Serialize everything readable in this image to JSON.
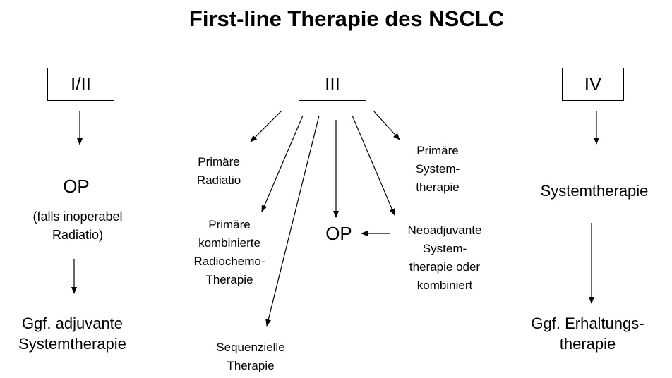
{
  "title": "First-line Therapie des NSCLC",
  "stages": {
    "s1": "I/II",
    "s3": "III",
    "s4": "IV"
  },
  "left": {
    "op": "OP",
    "note_line1": "(falls inoperabel",
    "note_line2": "Radiatio)",
    "adjuvant_line1": "Ggf. adjuvante",
    "adjuvant_line2": "Systemtherapie"
  },
  "middle": {
    "radiatio_line1": "Primäre",
    "radiatio_line2": "Radiatio",
    "kombi_line1": "Primäre",
    "kombi_line2": "kombinierte",
    "kombi_line3": "Radiochemo-",
    "kombi_line4": "Therapie",
    "sequenz_line1": "Sequenzielle",
    "sequenz_line2": "Therapie",
    "op": "OP",
    "primsys_line1": "Primäre",
    "primsys_line2": "System-",
    "primsys_line3": "therapie",
    "neo_line1": "Neoadjuvante",
    "neo_line2": "System-",
    "neo_line3": "therapie oder",
    "neo_line4": "kombiniert"
  },
  "right": {
    "systemtherapie": "Systemtherapie",
    "erhaltung_line1": "Ggf. Erhaltungs-",
    "erhaltung_line2": "therapie"
  }
}
